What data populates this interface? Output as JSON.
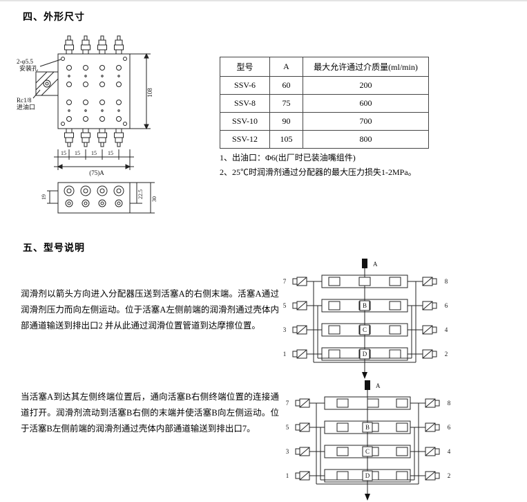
{
  "sections": {
    "dimensions_title": "四、外形尺寸",
    "model_title": "五、型号说明"
  },
  "spec_table": {
    "headers": [
      "型号",
      "A",
      "最大允许通过介质量(ml/min)"
    ],
    "rows": [
      [
        "SSV-6",
        "60",
        "200"
      ],
      [
        "SSV-8",
        "75",
        "600"
      ],
      [
        "SSV-10",
        "90",
        "700"
      ],
      [
        "SSV-12",
        "105",
        "800"
      ]
    ]
  },
  "notes": {
    "note1": "1、出油口：Φ6(出厂时已装油嘴组件)",
    "note2": "2、25℃时润滑剂通过分配器的最大压力损失1-2MPa。"
  },
  "description": {
    "p1": "润滑剂以箭头方向进入分配器压送到活塞A的右侧末端。活塞A通过润滑剂压力而向左侧运动。位于活塞A左侧前端的润滑剂通过壳体内部通道输送到排出口2 并从此通过润滑位置管道到达摩擦位置。",
    "p2": "当活塞A到达其左侧终端位置后，通向活塞B右侧终端位置的连接通道打开。润滑剂流动到活塞B右侧的末端并使活塞B向左侧运动。位于活塞B左侧前端的润滑剂通过壳体内部通道输送到排出口7。"
  },
  "drawing": {
    "mount_hole_line1": "2-φ5.5",
    "mount_hole_line2": "安装孔",
    "inlet_line1": "Rc1/8",
    "inlet_line2": "进油口",
    "dim_height": "108",
    "dim_pitch": "15",
    "dim_overall": "(75)A",
    "dim_bottom_left": "19",
    "dim_bottom_right1": "22.5",
    "dim_bottom_right2": "30"
  },
  "schematic1": {
    "pistons": [
      "A",
      "B",
      "C",
      "D"
    ],
    "left_ports": [
      "7",
      "5",
      "3",
      "1"
    ],
    "right_ports": [
      "8",
      "6",
      "4",
      "2"
    ]
  },
  "schematic2": {
    "pistons": [
      "A",
      "B",
      "C",
      "D"
    ],
    "left_ports": [
      "7",
      "5",
      "3",
      "1"
    ],
    "right_ports": [
      "8",
      "6",
      "4",
      "2"
    ]
  }
}
